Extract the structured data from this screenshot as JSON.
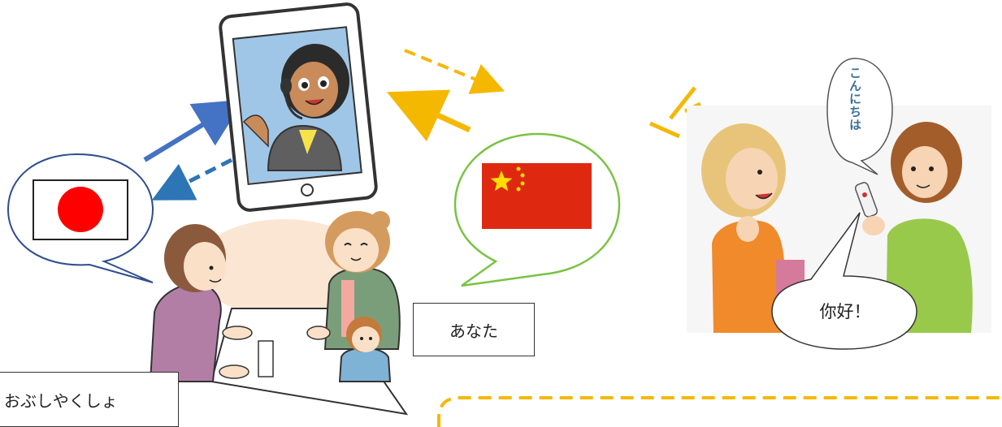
{
  "labels": {
    "office": "おぶしやくしょ",
    "you": "あなた",
    "hello_chinese": "你好！",
    "hello_japanese": "こんにちは"
  },
  "icons": {
    "japan_flag": "japan-flag-icon",
    "china_flag": "china-flag-icon",
    "tablet": "tablet-icon",
    "interpreter": "interpreter-avatar-icon",
    "translator_device": "translator-device-icon"
  },
  "colors": {
    "blue_arrow": "#4472c4",
    "yellow_arrow": "#f5b800",
    "speech_blue": "#2e4d8f",
    "speech_green": "#7bc243",
    "japan_red": "#ff0000",
    "china_red": "#de2910",
    "china_yellow": "#ffde00"
  }
}
